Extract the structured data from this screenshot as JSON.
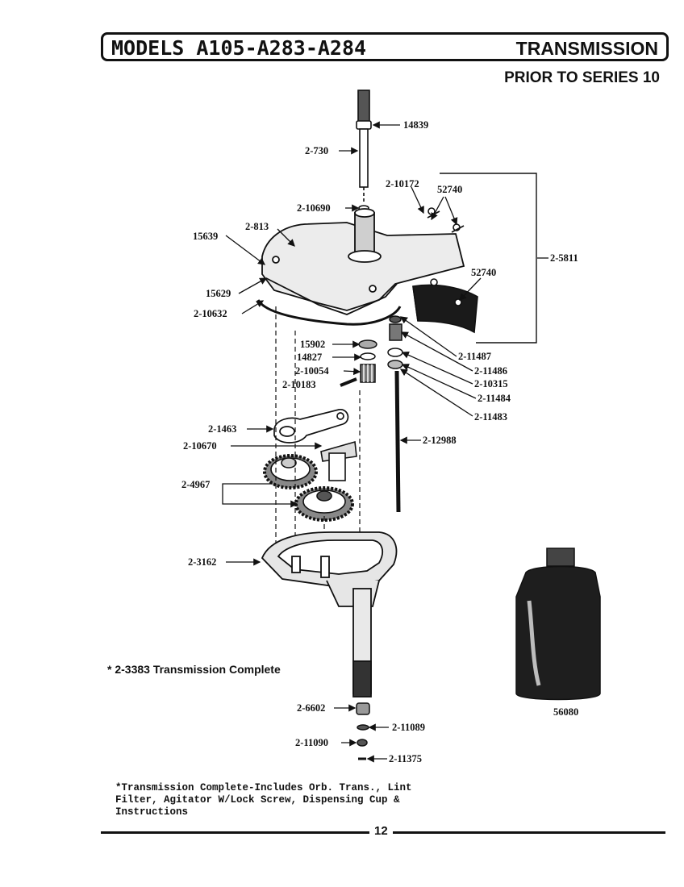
{
  "header": {
    "models": "MODELS A105-A283-A284",
    "section": "TRANSMISSION",
    "subtitle": "PRIOR TO SERIES 10"
  },
  "parts": [
    {
      "id": "14839"
    },
    {
      "id": "2-730"
    },
    {
      "id": "2-10172"
    },
    {
      "id": "52740"
    },
    {
      "id": "2-10690"
    },
    {
      "id": "2-813"
    },
    {
      "id": "15639"
    },
    {
      "id": "2-5811"
    },
    {
      "id": "52740b",
      "label": "52740"
    },
    {
      "id": "15629"
    },
    {
      "id": "2-10632"
    },
    {
      "id": "15902"
    },
    {
      "id": "14827"
    },
    {
      "id": "2-10054"
    },
    {
      "id": "2-10183"
    },
    {
      "id": "2-11487"
    },
    {
      "id": "2-11486"
    },
    {
      "id": "2-10315"
    },
    {
      "id": "2-11484"
    },
    {
      "id": "2-11483"
    },
    {
      "id": "2-12988"
    },
    {
      "id": "2-1463"
    },
    {
      "id": "2-10670"
    },
    {
      "id": "2-4967"
    },
    {
      "id": "2-3162"
    },
    {
      "id": "2-6602"
    },
    {
      "id": "2-11089"
    },
    {
      "id": "2-11090"
    },
    {
      "id": "2-11375"
    },
    {
      "id": "56080"
    }
  ],
  "complete_note": "* 2-3383 Transmission Complete",
  "footnote": "*Transmission Complete-Includes Orb. Trans., Lint\nFilter, Agitator W/Lock Screw, Dispensing Cup &\nInstructions",
  "page_number": "12"
}
